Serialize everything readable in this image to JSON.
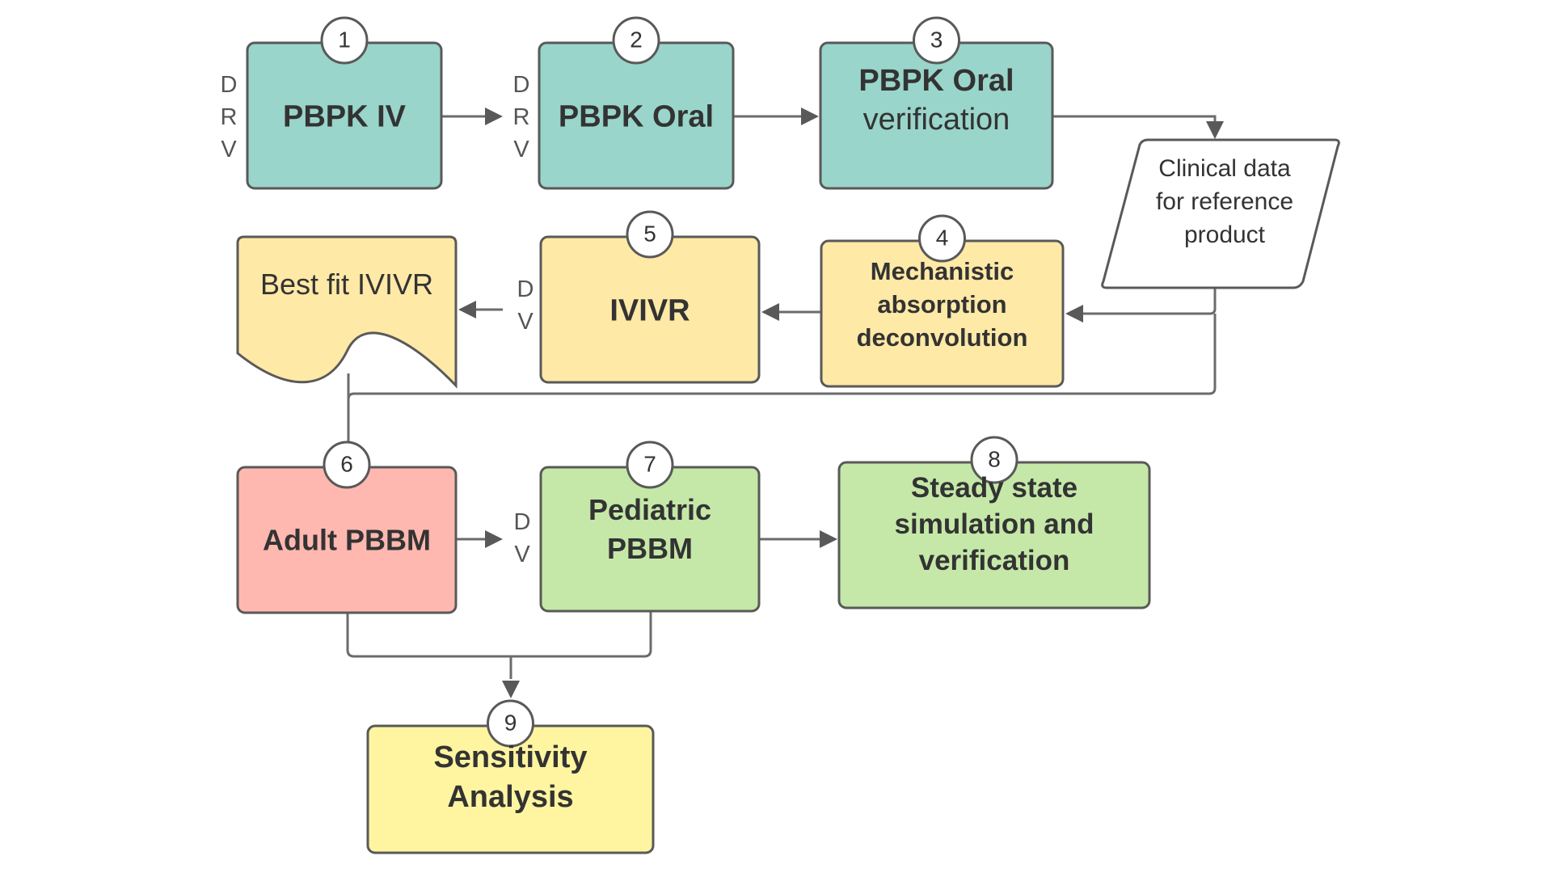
{
  "diagram": {
    "type": "flowchart",
    "colors": {
      "teal": "#99d5ca",
      "amber": "#ffe9a6",
      "pink": "#ffb8b0",
      "green": "#c5e8a8",
      "yellow": "#fff5a0",
      "white": "#ffffff",
      "stroke": "#595959"
    },
    "nodes": [
      {
        "id": "n1",
        "number": "1",
        "lines": [
          "PBPK IV"
        ],
        "bold": [
          true
        ],
        "color": "teal",
        "side_labels": [
          "D",
          "R",
          "V"
        ]
      },
      {
        "id": "n2",
        "number": "2",
        "lines": [
          "PBPK Oral"
        ],
        "bold": [
          true
        ],
        "color": "teal",
        "side_labels": [
          "D",
          "R",
          "V"
        ]
      },
      {
        "id": "n3",
        "number": "3",
        "lines": [
          "PBPK Oral",
          "verification"
        ],
        "bold": [
          true,
          false
        ],
        "color": "teal",
        "side_labels": []
      },
      {
        "id": "clinical",
        "number": "",
        "lines": [
          "Clinical data",
          "for reference",
          "product"
        ],
        "bold": [
          false,
          false,
          false
        ],
        "color": "white",
        "shape": "parallelogram",
        "side_labels": []
      },
      {
        "id": "n4",
        "number": "4",
        "lines": [
          "Mechanistic",
          "absorption",
          "deconvolution"
        ],
        "bold": [
          true,
          true,
          true
        ],
        "color": "amber",
        "side_labels": []
      },
      {
        "id": "n5",
        "number": "5",
        "lines": [
          "IVIVR"
        ],
        "bold": [
          true
        ],
        "color": "amber",
        "side_labels": [
          "D",
          "V"
        ]
      },
      {
        "id": "bestfit",
        "number": "",
        "lines": [
          "Best fit IVIVR"
        ],
        "bold": [
          false
        ],
        "color": "amber",
        "shape": "document",
        "side_labels": []
      },
      {
        "id": "n6",
        "number": "6",
        "lines": [
          "Adult PBBM"
        ],
        "bold": [
          true
        ],
        "color": "pink",
        "side_labels": []
      },
      {
        "id": "n7",
        "number": "7",
        "lines": [
          "Pediatric",
          "PBBM"
        ],
        "bold": [
          true,
          true
        ],
        "color": "green",
        "side_labels": [
          "D",
          "V"
        ]
      },
      {
        "id": "n8",
        "number": "8",
        "lines": [
          "Steady state",
          "simulation and",
          "verification"
        ],
        "bold": [
          true,
          true,
          true
        ],
        "color": "green",
        "side_labels": []
      },
      {
        "id": "n9",
        "number": "9",
        "lines": [
          "Sensitivity",
          "Analysis"
        ],
        "bold": [
          true,
          true
        ],
        "color": "yellow",
        "side_labels": []
      }
    ],
    "edges": [
      {
        "from": "n1",
        "to": "n2"
      },
      {
        "from": "n2",
        "to": "n3"
      },
      {
        "from": "n3",
        "to": "clinical"
      },
      {
        "from": "clinical",
        "to": "n4"
      },
      {
        "from": "n4",
        "to": "n5"
      },
      {
        "from": "n5",
        "to": "bestfit"
      },
      {
        "from": "clinical",
        "to": "n6"
      },
      {
        "from": "bestfit",
        "to": "n6"
      },
      {
        "from": "n6",
        "to": "n7"
      },
      {
        "from": "n7",
        "to": "n8"
      },
      {
        "from": "n6",
        "to": "n9"
      },
      {
        "from": "n7",
        "to": "n9"
      }
    ]
  }
}
